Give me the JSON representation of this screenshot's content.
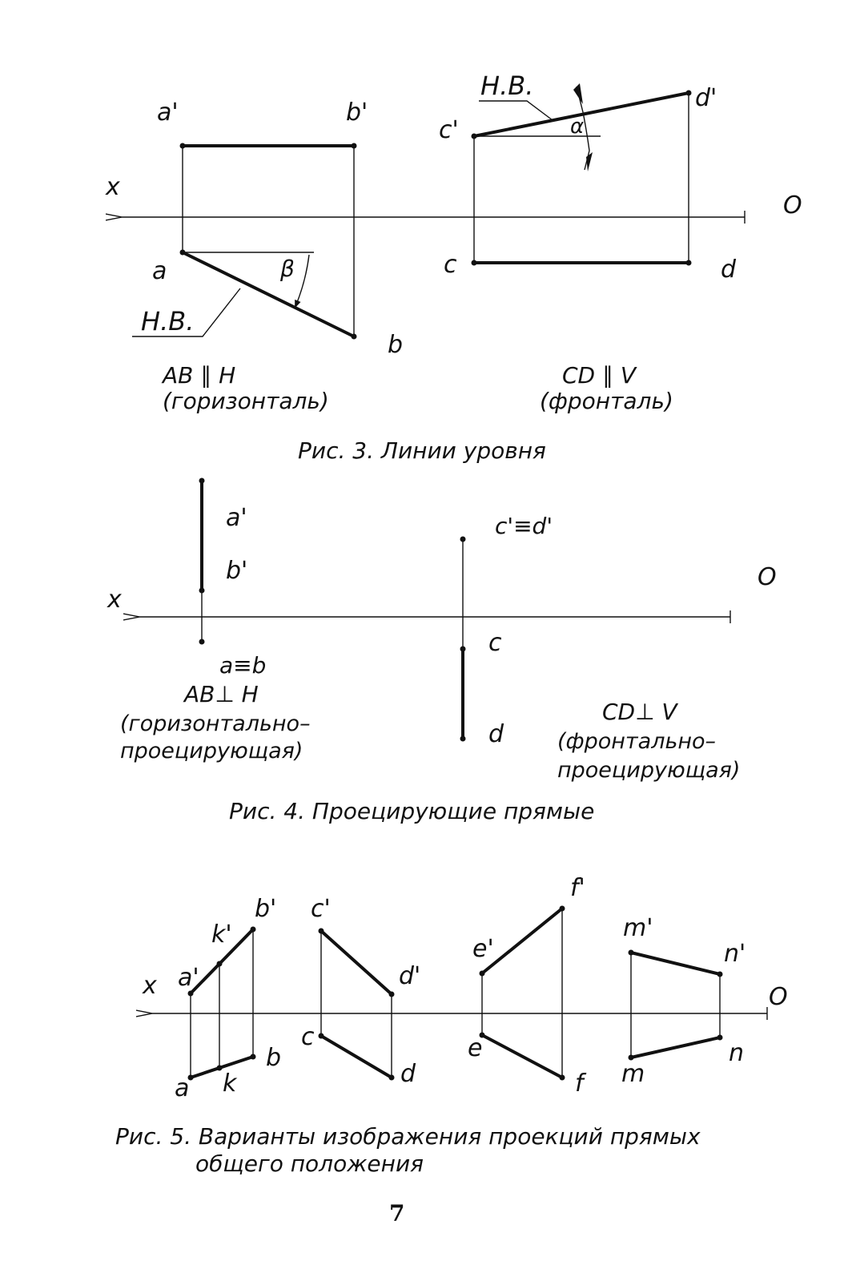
{
  "fig3": {
    "labels": {
      "a_prime": "a'",
      "b_prime": "b'",
      "x": "x",
      "a": "a",
      "b": "b",
      "beta": "β",
      "nv_left": "Н.В.",
      "c_prime": "c'",
      "d_prime": "d'",
      "nv_right": "Н.В.",
      "alpha": "α",
      "o": "O",
      "c": "c",
      "d": "d"
    },
    "left_note_line1": "AB ∥ H",
    "left_note_line2": "(горизонталь)",
    "right_note_line1": "CD ∥ V",
    "right_note_line2": "(фронталь)",
    "caption": "Рис. 3.  Линии уровня"
  },
  "fig4": {
    "labels": {
      "a_prime": "a'",
      "b_prime": "b'",
      "x": "x",
      "ab": "a≡b",
      "cd_prime": "c'≡d'",
      "o": "O",
      "c": "c",
      "d": "d"
    },
    "left_note_line1": "AB⊥ H",
    "left_note_line2": "(горизонтально–",
    "left_note_line3": "проецирующая)",
    "right_note_line1": "CD⊥ V",
    "right_note_line2": "(фронтально–",
    "right_note_line3": "проецирующая)",
    "caption": "Рис. 4.  Проецирующие прямые"
  },
  "fig5": {
    "labels": {
      "b_prime": "b'",
      "k_prime": "k'",
      "a_prime": "a'",
      "x": "x",
      "a": "a",
      "k": "k",
      "b": "b",
      "c_prime": "c'",
      "d_prime": "d'",
      "c": "c",
      "d": "d",
      "e_prime": "e'",
      "f_prime": "f'",
      "e": "e",
      "f": "f",
      "m_prime": "m'",
      "n_prime": "n'",
      "m": "m",
      "n": "n",
      "o": "O"
    },
    "caption_line1": "Рис. 5.  Варианты изображения проекций прямых",
    "caption_line2": "общего положения"
  },
  "page_number": "7"
}
